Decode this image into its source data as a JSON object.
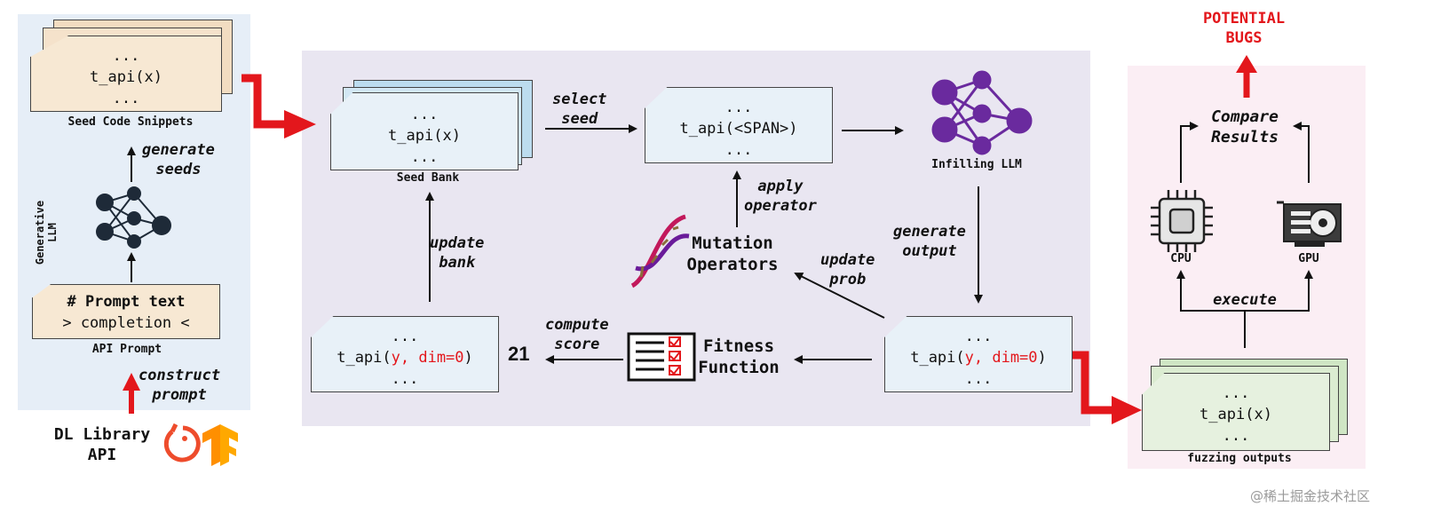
{
  "left_panel": {
    "seed_snippet": {
      "lines": [
        "...",
        "t_api(x)",
        "..."
      ],
      "caption": "Seed Code Snippets"
    },
    "generate_seeds": "generate\nseeds",
    "generative_llm": "Generative\nLLM",
    "prompt": {
      "line1": "# Prompt text",
      "line2": "> completion <",
      "caption": "API Prompt"
    },
    "construct_prompt": "construct\nprompt",
    "dl_library": "DL Library\nAPI"
  },
  "middle_panel": {
    "seed_bank": {
      "lines": [
        "...",
        "t_api(x)",
        "..."
      ],
      "caption": "Seed Bank"
    },
    "select_seed": "select\nseed",
    "span_doc": {
      "lines": [
        "...",
        "t_api(<SPAN>)",
        "..."
      ]
    },
    "infilling_llm": "Infilling LLM",
    "apply_operator": "apply\noperator",
    "mutation_operators": "Mutation\nOperators",
    "update_bank": "update\nbank",
    "generate_output": "generate\noutput",
    "update_prob": "update\nprob",
    "scored_doc": {
      "line1": "...",
      "prefix": "t_api(",
      "red": "y, dim=0",
      "suffix": ")",
      "line3": "..."
    },
    "score": "21",
    "compute_score": "compute\nscore",
    "fitness_function": "Fitness\nFunction",
    "output_doc": {
      "line1": "...",
      "prefix": "t_api(",
      "red": "y, dim=0",
      "suffix": ")",
      "line3": "..."
    }
  },
  "right_panel": {
    "potential_bugs": "POTENTIAL\nBUGS",
    "compare_results": "Compare\nResults",
    "cpu": "CPU",
    "gpu": "GPU",
    "execute": "execute",
    "fuzzing": {
      "lines": [
        "...",
        "t_api(x)",
        "..."
      ],
      "caption": "fuzzing outputs"
    }
  },
  "watermark": "@稀土掘金技术社区",
  "colors": {
    "left_bg": "#e6eef7",
    "middle_bg": "#e9e6f1",
    "right_bg": "#fbeef4",
    "seed_doc": "#f7e8d3",
    "blue_doc": "#e8f1f8",
    "green_doc": "#e6f1df",
    "red": "#e3171c",
    "llm_purple": "#6a2a9e"
  }
}
